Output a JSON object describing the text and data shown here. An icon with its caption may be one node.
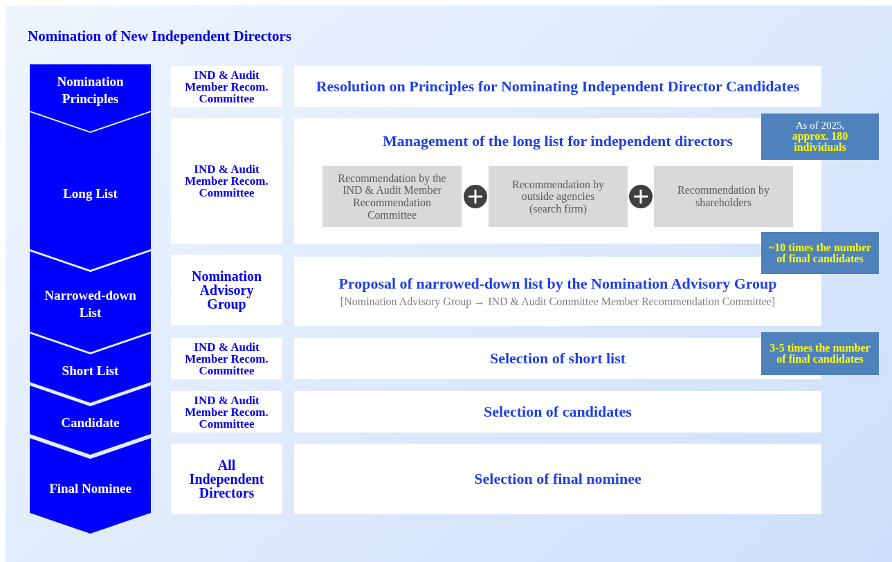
{
  "diagram": {
    "title": "Nomination of New Independent Directors",
    "nodes": [
      {
        "text": [
          "Nomination Principles"
        ]
      },
      {
        "text": [
          "IND & Audit Member Recom. Committee"
        ]
      },
      {
        "text": [
          "Resolution on Principles for Nominating Independent Director Candidates"
        ]
      },
      {
        "text": [
          "Long List"
        ]
      },
      {
        "text": [
          "IND & Audit Member Recom. Committee"
        ]
      },
      {
        "text": [
          "Management of the long list for independent directors"
        ]
      },
      {
        "text": [
          "Recommendation by the IND & Audit Member Recommendation Committee"
        ],
        "in": 5
      },
      {
        "text": [
          "Recommendation by outside agencies (search firm)"
        ],
        "in": 5
      },
      {
        "text": [
          "Recommendation by shareholders"
        ],
        "in": 5
      },
      {
        "text": [
          "As of 2025,",
          "approx. 180 individuals"
        ]
      },
      {
        "text": [
          "~10 times the number of final candidates"
        ]
      },
      {
        "text": [
          "Narrowed-down List"
        ]
      },
      {
        "text": [
          "Nomination Advisory Group"
        ]
      },
      {
        "text": [
          "Proposal of narrowed-down list by the Nomination Advisory Group",
          "[Nomination Advisory Group → IND & Audit Committee Member Recommendation Committee]"
        ]
      },
      {
        "text": [
          "Short List"
        ]
      },
      {
        "text": [
          "IND & Audit Member Recom. Committee"
        ]
      },
      {
        "text": [
          "Selection of short list"
        ]
      },
      {
        "text": [
          "3-5 times the number of final candidates"
        ]
      },
      {
        "text": [
          "Candidate"
        ]
      },
      {
        "text": [
          "IND & Audit Member Recom. Committee"
        ]
      },
      {
        "text": [
          "Selection of candidates"
        ]
      },
      {
        "text": [
          "Final Nominee"
        ]
      },
      {
        "text": [
          "All Independent Directors"
        ]
      },
      {
        "text": [
          "Selection of final nominee"
        ]
      }
    ]
  }
}
